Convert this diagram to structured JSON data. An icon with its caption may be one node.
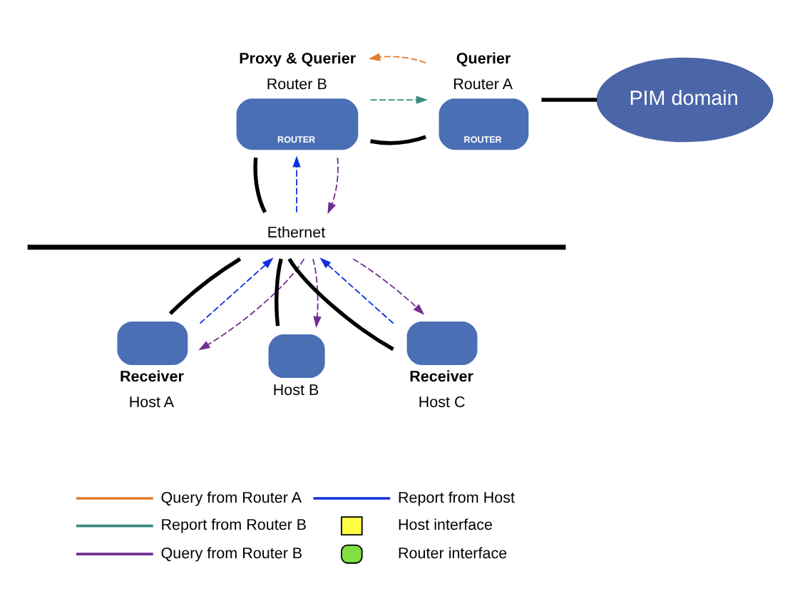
{
  "diagram": {
    "nodes": [
      {
        "text": [
          "Proxy & Querier",
          "Router B",
          "ROUTER"
        ]
      },
      {
        "text": [
          "Querier",
          "Router A",
          "ROUTER"
        ]
      },
      {
        "text": [
          "PIM domain"
        ]
      },
      {
        "text": [
          "Ethernet"
        ]
      },
      {
        "text": [
          "Receiver",
          "Host A"
        ]
      },
      {
        "text": [
          "Host B"
        ]
      },
      {
        "text": [
          "Receiver",
          "Host C"
        ]
      }
    ],
    "edges": [
      {
        "from": 0,
        "to": 1,
        "arrow": "none",
        "style": "thick"
      },
      {
        "from": 0,
        "to": 1,
        "arrow": "to",
        "style": "dashed",
        "color": "#3a8a80"
      },
      {
        "from": 1,
        "to": 0,
        "arrow": "to",
        "style": "dashed",
        "color": "#e07a30"
      },
      {
        "from": 1,
        "to": 2,
        "arrow": "none",
        "style": "thick"
      },
      {
        "from": 0,
        "to": 3,
        "arrow": "none",
        "style": "thick"
      },
      {
        "from": 3,
        "to": 0,
        "arrow": "to",
        "style": "dashed",
        "color": "#1030e0"
      },
      {
        "from": 0,
        "to": 3,
        "arrow": "to",
        "style": "dashed",
        "color": "#703090"
      },
      {
        "from": 3,
        "to": 4,
        "arrow": "none",
        "style": "thick"
      },
      {
        "from": 4,
        "to": 3,
        "arrow": "to",
        "style": "dashed",
        "color": "#1030e0"
      },
      {
        "from": 3,
        "to": 4,
        "arrow": "to",
        "style": "dashed",
        "color": "#703090"
      },
      {
        "from": 3,
        "to": 5,
        "arrow": "none",
        "style": "thick"
      },
      {
        "from": 3,
        "to": 5,
        "arrow": "to",
        "style": "dashed",
        "color": "#703090"
      },
      {
        "from": 3,
        "to": 6,
        "arrow": "none",
        "style": "thick"
      },
      {
        "from": 6,
        "to": 3,
        "arrow": "to",
        "style": "dashed",
        "color": "#1030e0"
      },
      {
        "from": 3,
        "to": 6,
        "arrow": "to",
        "style": "dashed",
        "color": "#703090"
      }
    ],
    "legend": [
      {
        "text": "Query from Router A"
      },
      {
        "text": "Report from Host"
      },
      {
        "text": "Report from Router B"
      },
      {
        "text": "Host interface",
        "color": "#ffff44"
      },
      {
        "text": "Query from Router B"
      },
      {
        "text": "Router interface",
        "color": "#80e040"
      }
    ]
  }
}
